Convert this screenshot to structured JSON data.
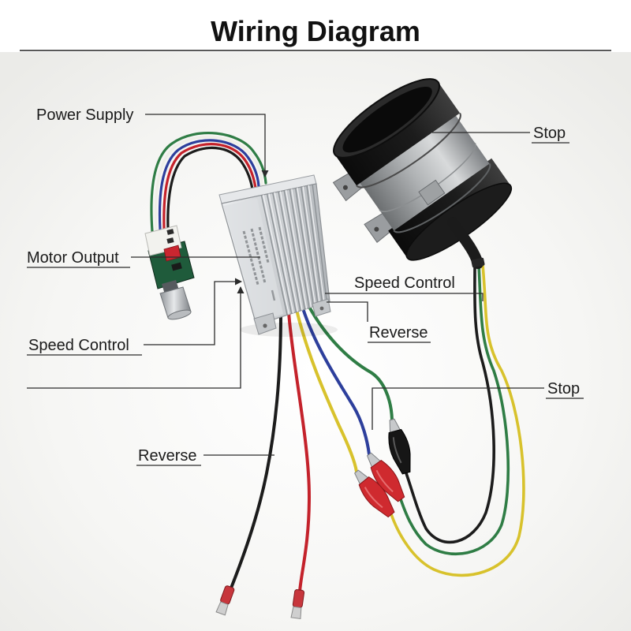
{
  "title": "Wiring Diagram",
  "labels": {
    "power_supply": "Power Supply",
    "motor_output": "Motor Output",
    "speed_control_left": "Speed Control",
    "reverse_left": "Reverse",
    "speed_control_right": "Speed Control",
    "reverse_right": "Reverse",
    "stop_top": "Stop",
    "stop_bottom": "Stop"
  },
  "colors": {
    "wire_black": "#1c1c1c",
    "wire_red": "#c4222b",
    "wire_yellow": "#d8c22c",
    "wire_blue": "#2d3f9c",
    "wire_green": "#2f7d45",
    "wire_white": "#efefe8",
    "pcb_green": "#1f5b3b",
    "clip_red": "#cf2a2f",
    "clip_black": "#161616",
    "spade_insulator": "#c7363c"
  }
}
